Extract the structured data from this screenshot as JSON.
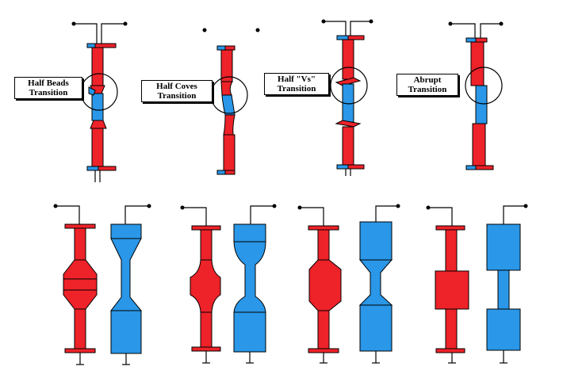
{
  "labels": {
    "half_beads": [
      "Half Beads",
      "Transition"
    ],
    "half_coves": [
      "Half Coves",
      "Transition"
    ],
    "half_vs": [
      "Half \"Vs\"",
      "Transition"
    ],
    "abrupt": [
      "Abrupt",
      "Transition"
    ]
  },
  "colors": {
    "red": "#ee2229",
    "blue": "#2a97e8",
    "outline": "#000000",
    "background": "#ffffff"
  },
  "figures": {
    "top_row": [
      "half-beads-spindle",
      "half-coves-spindle",
      "half-vs-spindle",
      "abrupt-spindle"
    ],
    "bottom_row": [
      "beads-pair",
      "coves-pair",
      "vs-pair",
      "abrupt-pair"
    ]
  }
}
